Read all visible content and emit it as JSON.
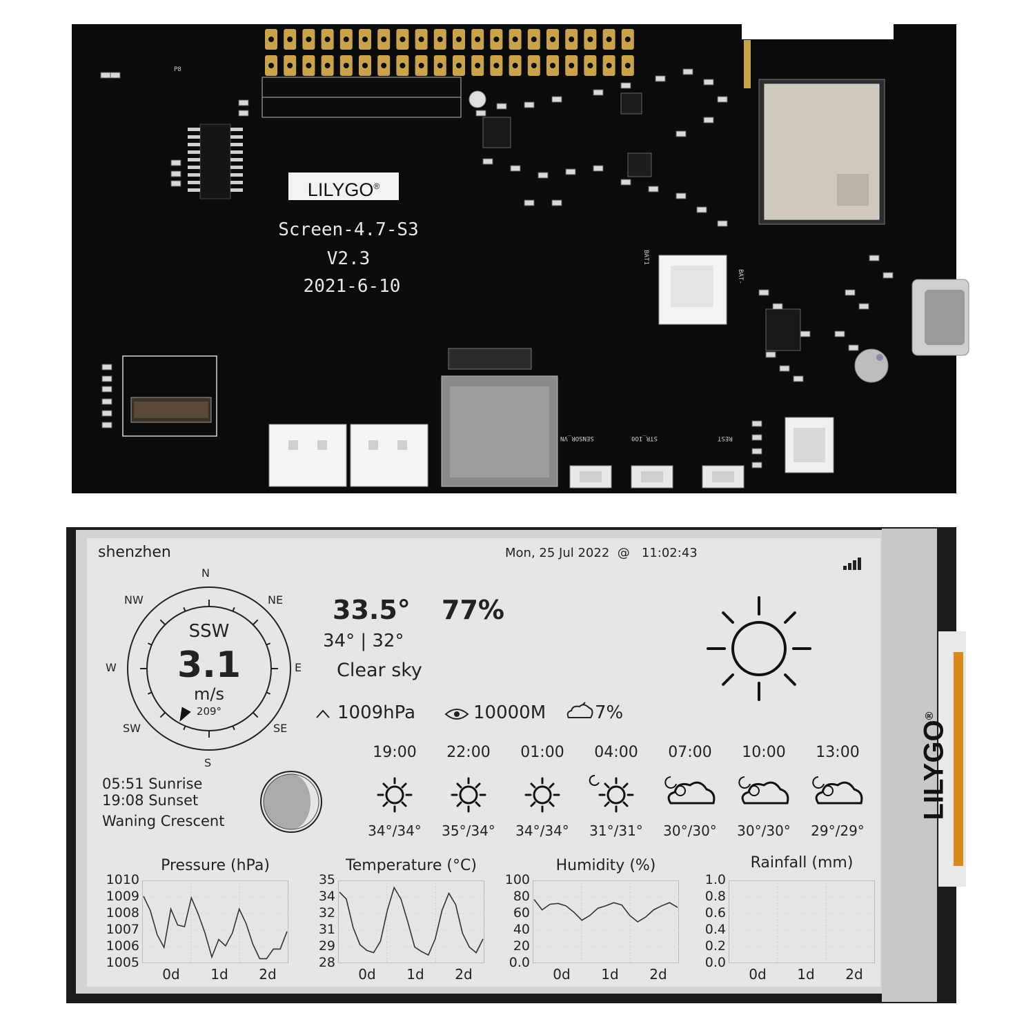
{
  "pcb": {
    "brand": "LILYGO",
    "brand_reg": "®",
    "model": "Screen-4.7-S3",
    "version": "V2.3",
    "date": "2021-6-10",
    "labels": [
      "BAT1",
      "BAT-",
      "SENSOR_VN",
      "STR_IO0",
      "REST",
      "P8"
    ]
  },
  "device_brand": "LILYGO",
  "device_brand_reg": "®",
  "screen": {
    "location": "shenzhen",
    "datetime": "Mon, 25 Jul 2022  @   11:02:43",
    "compass": {
      "n": "N",
      "ne": "NE",
      "e": "E",
      "se": "SE",
      "s": "S",
      "sw": "SW",
      "w": "W",
      "nw": "NW",
      "direction": "SSW",
      "speed": "3.1",
      "unit": "m/s",
      "degrees": "209°",
      "needle_deg": 209
    },
    "sunrise": "05:51 Sunrise",
    "sunset": "19:08 Sunset",
    "moon_phase": "Waning Crescent",
    "current": {
      "temperature": "33.5°",
      "humidity": "77%",
      "hi_lo": "34° | 32°",
      "condition": "Clear sky",
      "pressure": "1009hPa",
      "visibility": "10000M",
      "cloud": "7%"
    },
    "forecast": [
      {
        "time": "19:00",
        "temp": "34°/34°",
        "icon": "sun-icon"
      },
      {
        "time": "22:00",
        "temp": "35°/34°",
        "icon": "sun-icon"
      },
      {
        "time": "01:00",
        "temp": "34°/34°",
        "icon": "sun-icon"
      },
      {
        "time": "04:00",
        "temp": "31°/31°",
        "icon": "sun-moon-icon"
      },
      {
        "time": "07:00",
        "temp": "30°/30°",
        "icon": "cloud-moon-icon"
      },
      {
        "time": "10:00",
        "temp": "30°/30°",
        "icon": "cloud-moon-icon"
      },
      {
        "time": "13:00",
        "temp": "29°/29°",
        "icon": "cloud-moon-icon"
      }
    ]
  },
  "chart_data": [
    {
      "type": "line",
      "title": "Pressure (hPa)",
      "yticks": [
        "1010",
        "1009",
        "1008",
        "1007",
        "1006",
        "1005"
      ],
      "ylim": [
        1005,
        1010
      ],
      "xticks": [
        "0d",
        "1d",
        "2d"
      ],
      "values": [
        1009.1,
        1008.2,
        1006.7,
        1005.9,
        1008.3,
        1007.3,
        1007.2,
        1009.0,
        1008.0,
        1006.8,
        1005.3,
        1006.4,
        1006.0,
        1006.8,
        1008.3,
        1007.4,
        1006.1,
        1005.2,
        1005.2,
        1005.8,
        1005.8,
        1006.9
      ]
    },
    {
      "type": "line",
      "title": "Temperature (°C)",
      "yticks": [
        "35",
        "34",
        "32",
        "31",
        "29",
        "28"
      ],
      "ylim": [
        28,
        35
      ],
      "xticks": [
        "0d",
        "1d",
        "2d"
      ],
      "values": [
        34.1,
        33.5,
        31.0,
        29.5,
        29.0,
        28.8,
        29.8,
        32.5,
        34.5,
        33.5,
        31.5,
        29.3,
        28.9,
        28.6,
        30.0,
        32.5,
        34.0,
        33.0,
        30.5,
        29.3,
        28.8,
        30.0
      ]
    },
    {
      "type": "line",
      "title": "Humidity (%)",
      "yticks": [
        "100",
        "80",
        "60",
        "40",
        "20",
        "0.0"
      ],
      "ylim": [
        0,
        100
      ],
      "xticks": [
        "0d",
        "1d",
        "2d"
      ],
      "values": [
        78,
        65,
        72,
        73,
        70,
        62,
        52,
        58,
        67,
        70,
        74,
        71,
        58,
        50,
        56,
        65,
        70,
        74,
        68
      ]
    },
    {
      "type": "line",
      "title": "Rainfall (mm)",
      "yticks": [
        "1.0",
        "0.8",
        "0.6",
        "0.4",
        "0.2",
        "0.0"
      ],
      "ylim": [
        0,
        1.0
      ],
      "xticks": [
        "0d",
        "1d",
        "2d"
      ],
      "values": []
    }
  ]
}
